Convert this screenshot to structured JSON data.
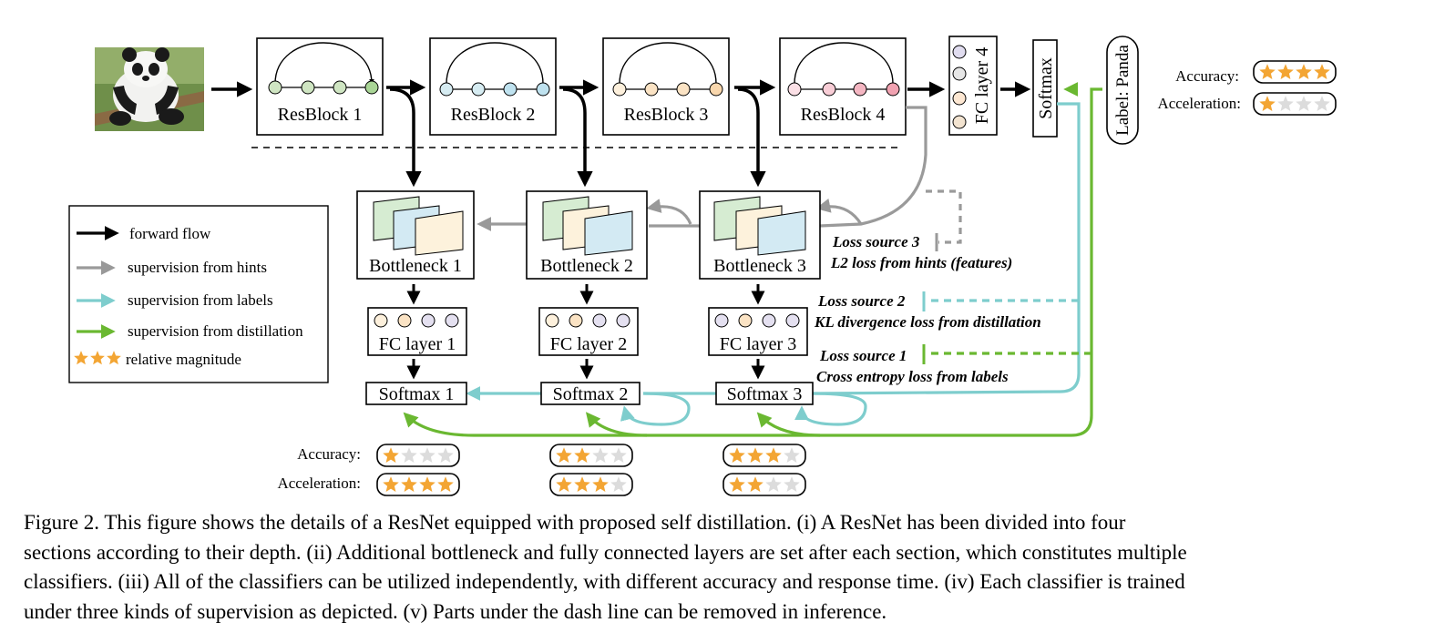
{
  "figure": {
    "input_image": "panda-photo",
    "blocks": [
      "ResBlock 1",
      "ResBlock 2",
      "ResBlock 3",
      "ResBlock 4"
    ],
    "fc_main": "FC layer 4",
    "softmax_main": "Softmax",
    "label": "Label: Panda",
    "bottlenecks": [
      "Bottleneck 1",
      "Bottleneck 2",
      "Bottleneck 3"
    ],
    "fc_layers": [
      "FC layer 1",
      "FC layer 2",
      "FC layer 3"
    ],
    "softmaxes": [
      "Softmax 1",
      "Softmax 2",
      "Softmax 3"
    ],
    "legend": {
      "forward": "forward flow",
      "hints": "supervision from hints",
      "labels": "supervision from labels",
      "distill": "supervision from distillation",
      "stars": "relative magnitude"
    },
    "loss3_title": "Loss source 3",
    "loss3_desc": "L2 loss from hints (features)",
    "loss2_title": "Loss source 2",
    "loss2_desc": "KL divergence loss from distillation",
    "loss1_title": "Loss source 1",
    "loss1_desc": "Cross entropy loss from labels",
    "accuracy_label": "Accuracy:",
    "acceleration_label": "Acceleration:",
    "ratings": {
      "main": {
        "accuracy": 4,
        "acceleration": 1
      },
      "c1": {
        "accuracy": 1,
        "acceleration": 4
      },
      "c2": {
        "accuracy": 2,
        "acceleration": 3
      },
      "c3": {
        "accuracy": 3,
        "acceleration": 2
      }
    },
    "colors": {
      "forward": "#000000",
      "hints": "#999999",
      "labels": "#7ecdcd",
      "distill": "#6ab831",
      "star": "#f3a533",
      "star_off": "#dcdcdc"
    }
  },
  "caption": {
    "line1": "Figure 2. This figure shows the details of a ResNet equipped with proposed self distillation.  (i) A ResNet has been divided into four",
    "line2": "sections according to their depth. (ii) Additional bottleneck and fully connected layers are set after each section, which constitutes multiple",
    "line3": "classifiers. (iii) All of the classifiers can be utilized independently, with different accuracy and response time. (iv) Each classifier is trained",
    "line4": "under three kinds of supervision as depicted. (v) Parts under the dash line can be removed in inference."
  }
}
